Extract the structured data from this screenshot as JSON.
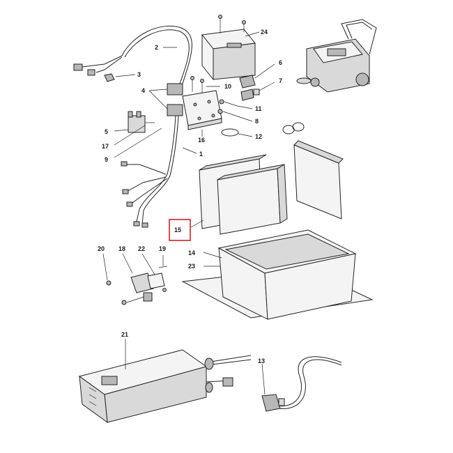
{
  "diagram": {
    "callouts": [
      "1",
      "2",
      "3",
      "4",
      "5",
      "6",
      "7",
      "8",
      "9",
      "10",
      "11",
      "12",
      "13",
      "14",
      "15",
      "16",
      "17",
      "18",
      "19",
      "20",
      "21",
      "22",
      "23",
      "24"
    ],
    "highlighted_callout": "15"
  },
  "colors": {
    "highlight": "#d42020",
    "line": "#222222",
    "part_fill": "#f4f4f4",
    "part_shade": "#d9d9d9",
    "metal": "#b8b8b8"
  }
}
